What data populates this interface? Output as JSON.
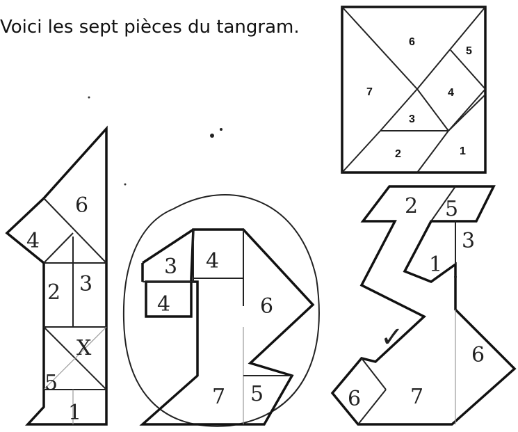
{
  "heading": "Voici les sept pièces du tangram.",
  "reference_tangram": {
    "pieces": [
      "6",
      "5",
      "7",
      "4",
      "3",
      "2",
      "1"
    ]
  },
  "figure_one": {
    "labels": [
      "6",
      "4",
      "2",
      "3",
      "X",
      "5",
      "1"
    ]
  },
  "figure_two": {
    "labels": [
      "3",
      "4",
      "4",
      "6",
      "7",
      "5"
    ]
  },
  "figure_three": {
    "labels": [
      "2",
      "5",
      "3",
      "1",
      "6",
      "7",
      "6"
    ],
    "check_mark": "✓"
  }
}
